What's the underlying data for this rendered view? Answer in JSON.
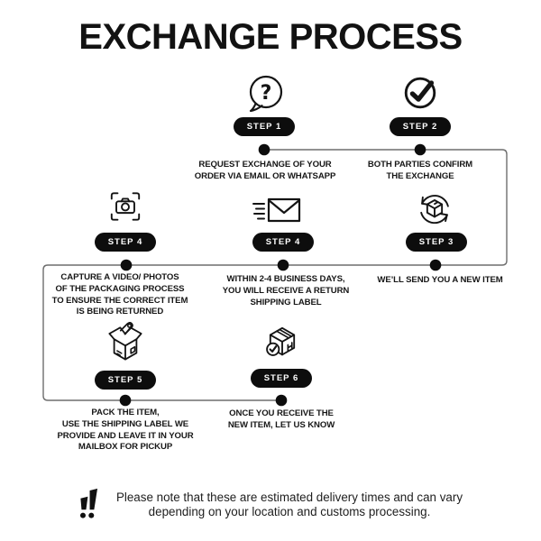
{
  "title": "EXCHANGE PROCESS",
  "steps": [
    {
      "id": "step-1",
      "label": "STEP 1",
      "icon": "question-bubble-icon",
      "lines": [
        "REQUEST EXCHANGE OF YOUR",
        "ORDER VIA EMAIL OR WHATSAPP"
      ]
    },
    {
      "id": "step-2",
      "label": "STEP 2",
      "icon": "check-circle-icon",
      "lines": [
        "BOTH PARTIES CONFIRM",
        "THE EXCHANGE"
      ]
    },
    {
      "id": "step-4-capture",
      "label": "STEP 4",
      "icon": "camera-icon",
      "lines": [
        "CAPTURE A VIDEO/ PHOTOS",
        "OF THE PACKAGING PROCESS",
        "TO ENSURE THE CORRECT ITEM",
        "IS BEING RETURNED"
      ]
    },
    {
      "id": "step-4-label",
      "label": "STEP 4",
      "icon": "fast-mail-icon",
      "lines": [
        "WITHIN 2-4 BUSINESS DAYS,",
        "YOU WILL RECEIVE A RETURN",
        "SHIPPING LABEL"
      ]
    },
    {
      "id": "step-3",
      "label": "STEP 3",
      "icon": "exchange-box-icon",
      "lines": [
        "WE’LL SEND YOU A NEW ITEM"
      ]
    },
    {
      "id": "step-5",
      "label": "STEP 5",
      "icon": "open-box-icon",
      "lines": [
        "PACK THE ITEM,",
        "USE THE SHIPPING LABEL WE",
        "PROVIDE AND LEAVE IT IN YOUR",
        "MAILBOX FOR PICKUP"
      ]
    },
    {
      "id": "step-6",
      "label": "STEP 6",
      "icon": "box-check-icon",
      "lines": [
        "ONCE YOU RECEIVE THE",
        "NEW ITEM, LET US KNOW"
      ]
    }
  ],
  "note": {
    "icon": "double-exclamation-icon",
    "line1": "Please note that these are estimated delivery times and can vary",
    "line2": "depending on your location and customs processing."
  },
  "colors": {
    "ink": "#141414",
    "pill_bg": "#0d0d0d",
    "pill_text": "#ffffff",
    "connector": "#6e6e6e"
  }
}
